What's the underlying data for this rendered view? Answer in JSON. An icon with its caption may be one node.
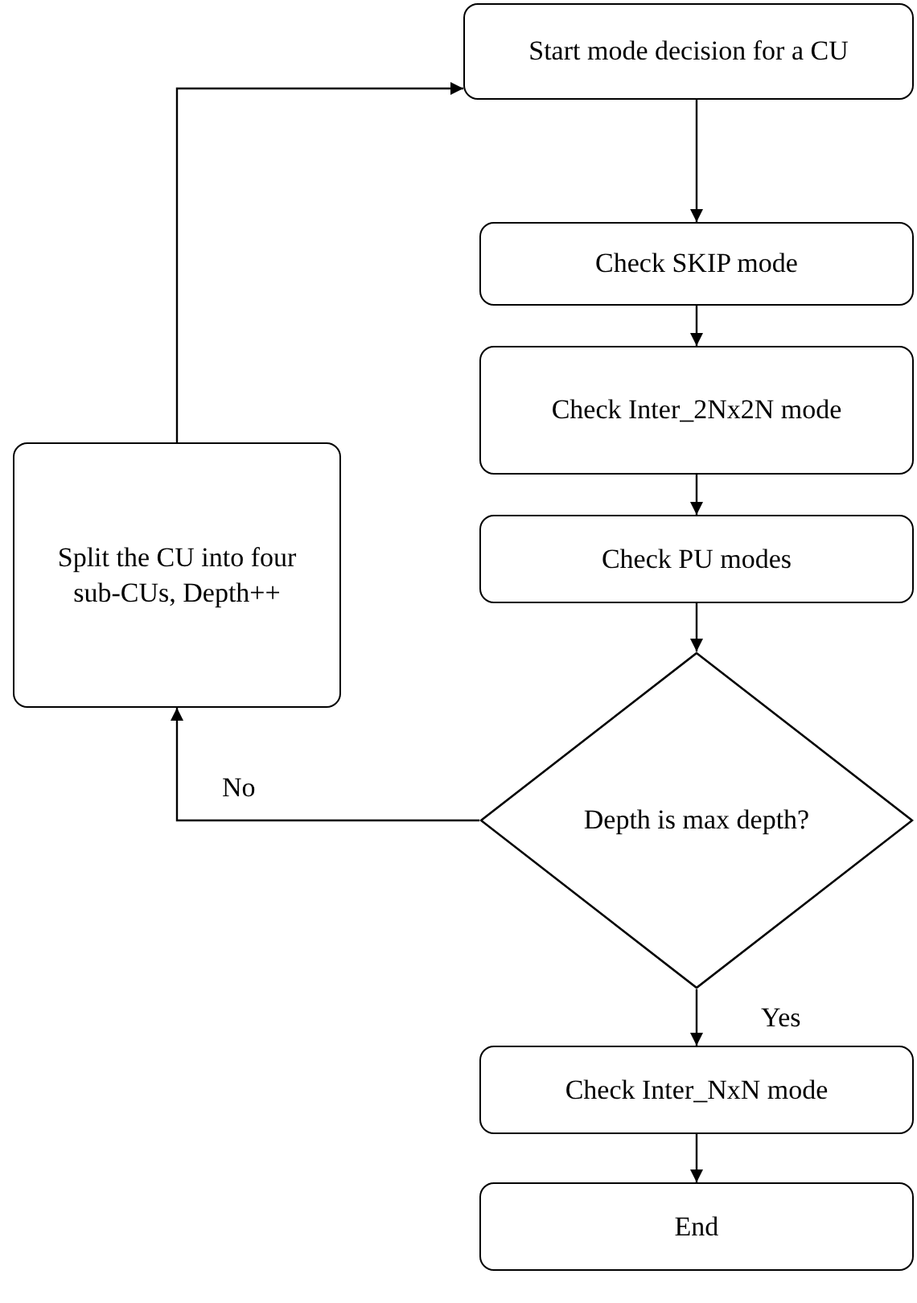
{
  "diagram": {
    "nodes": [
      {
        "text": [
          "Start mode decision for a CU"
        ]
      },
      {
        "text": [
          "Check SKIP mode"
        ]
      },
      {
        "text": [
          "Check Inter_2Nx2N mode"
        ]
      },
      {
        "text": [
          "Check PU modes"
        ]
      },
      {
        "text": [
          "Depth is max depth?"
        ]
      },
      {
        "text": [
          "Check Inter_NxN mode"
        ]
      },
      {
        "text": [
          "End"
        ]
      },
      {
        "text": [
          "Split the CU into four sub-CUs, Depth++"
        ]
      }
    ],
    "edges": [
      {
        "from": 0,
        "to": 1,
        "arrow": "to"
      },
      {
        "from": 1,
        "to": 2,
        "arrow": "to"
      },
      {
        "from": 2,
        "to": 3,
        "arrow": "to"
      },
      {
        "from": 3,
        "to": 4,
        "arrow": "to"
      },
      {
        "from": 4,
        "to": 5,
        "arrow": "to",
        "label": "Yes"
      },
      {
        "from": 4,
        "to": 7,
        "arrow": "to",
        "label": "No"
      },
      {
        "from": 7,
        "to": 0,
        "arrow": "to"
      },
      {
        "from": 5,
        "to": 6,
        "arrow": "to"
      }
    ]
  }
}
